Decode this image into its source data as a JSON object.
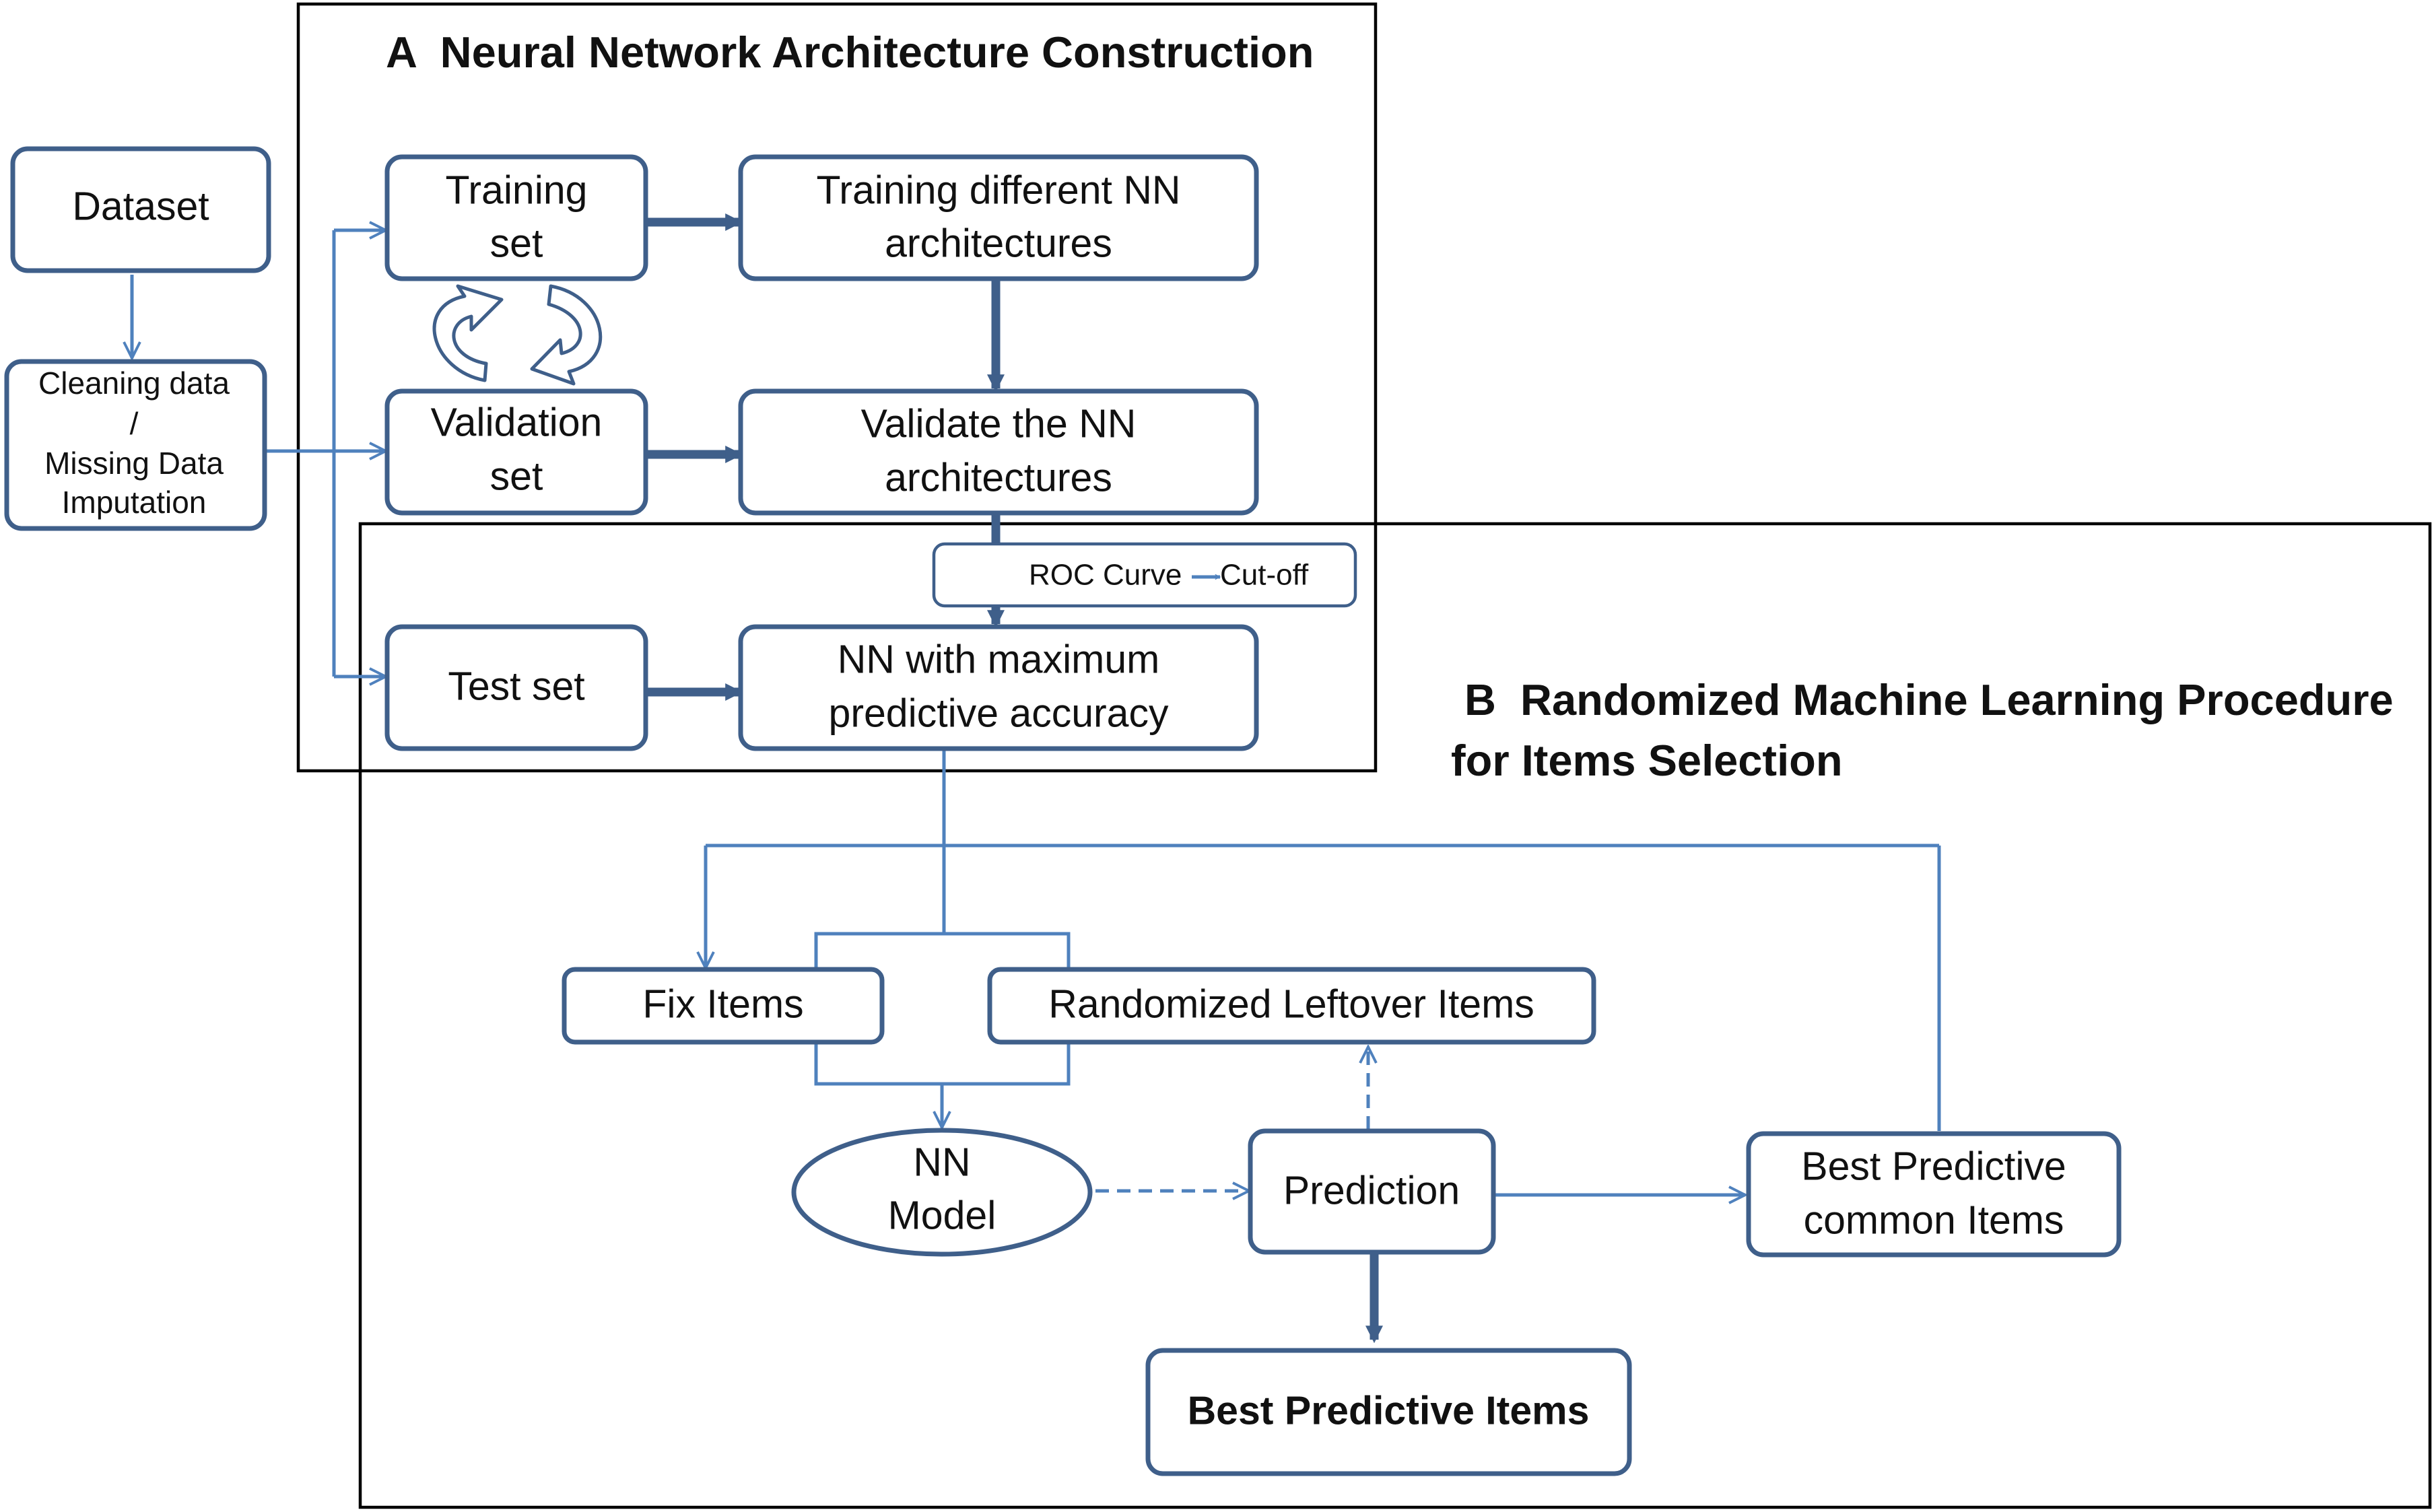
{
  "panel_a": {
    "title": "A  Neural Network Architecture Construction"
  },
  "panel_b": {
    "title_line1": "B  Randomized Machine Learning Procedure",
    "title_line2": "for Items Selection"
  },
  "nodes": {
    "dataset": {
      "label": "Dataset"
    },
    "cleaning": {
      "line1": "Cleaning data",
      "line2": "/",
      "line3": "Missing Data",
      "line4": "Imputation"
    },
    "training_set": {
      "line1": "Training",
      "line2": "set"
    },
    "validation_set": {
      "line1": "Validation",
      "line2": "set"
    },
    "test_set": {
      "label": "Test set"
    },
    "train_nn": {
      "line1": "Training different NN",
      "line2": "architectures"
    },
    "validate_nn": {
      "line1": "Validate the NN",
      "line2": "architectures"
    },
    "nn_max": {
      "line1": "NN with maximum",
      "line2": "predictive accuracy"
    },
    "roc": {
      "left": "ROC Curve",
      "right": "Cut-off"
    },
    "fix_items": {
      "label": "Fix Items"
    },
    "randomized_leftover": {
      "label": "Randomized Leftover Items"
    },
    "nn_model": {
      "line1": "NN",
      "line2": "Model"
    },
    "prediction": {
      "label": "Prediction"
    },
    "best_common": {
      "line1": "Best Predictive",
      "line2": "common Items"
    },
    "best_items": {
      "label": "Best Predictive Items"
    }
  },
  "colors": {
    "box_stroke": "#3f5f8a",
    "thin_arrow": "#4f81bd",
    "panel_frame": "#000000"
  }
}
